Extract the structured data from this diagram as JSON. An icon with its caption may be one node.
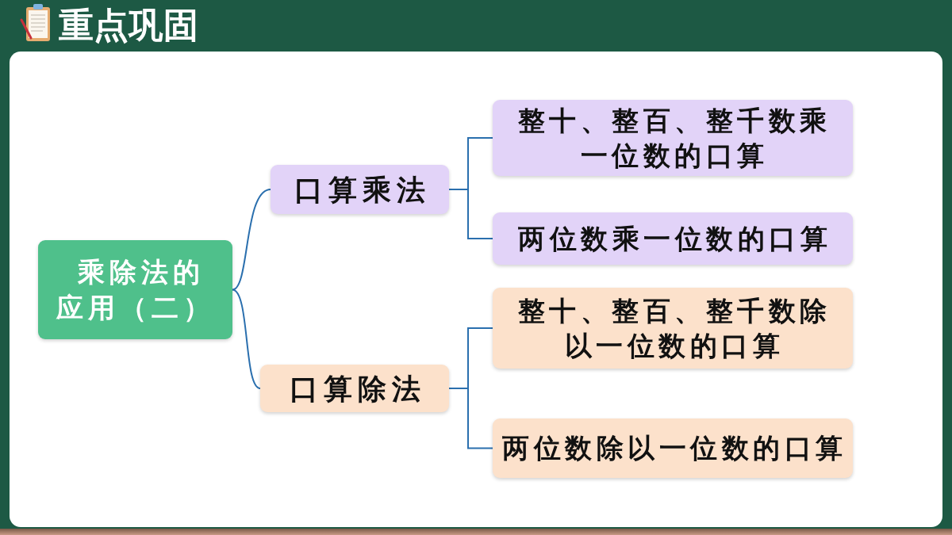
{
  "diagram": {
    "title": "重点巩固",
    "nodes": [
      {
        "text": [
          "乘除法的应用（二）"
        ]
      },
      {
        "text": [
          "口算乘法"
        ]
      },
      {
        "text": [
          "整十、整百、整千数乘一位数的口算"
        ]
      },
      {
        "text": [
          "两位数乘一位数的口算"
        ]
      },
      {
        "text": [
          "口算除法"
        ]
      },
      {
        "text": [
          "整十、整百、整千数除以一位数的口算"
        ]
      },
      {
        "text": [
          "两位数除以一位数的口算"
        ]
      }
    ],
    "edges": [
      {
        "from": 0,
        "to": 1,
        "arrow": "none"
      },
      {
        "from": 0,
        "to": 4,
        "arrow": "none"
      },
      {
        "from": 1,
        "to": 2,
        "arrow": "none"
      },
      {
        "from": 1,
        "to": 3,
        "arrow": "none"
      },
      {
        "from": 4,
        "to": 5,
        "arrow": "none"
      },
      {
        "from": 4,
        "to": 6,
        "arrow": "none"
      }
    ]
  }
}
